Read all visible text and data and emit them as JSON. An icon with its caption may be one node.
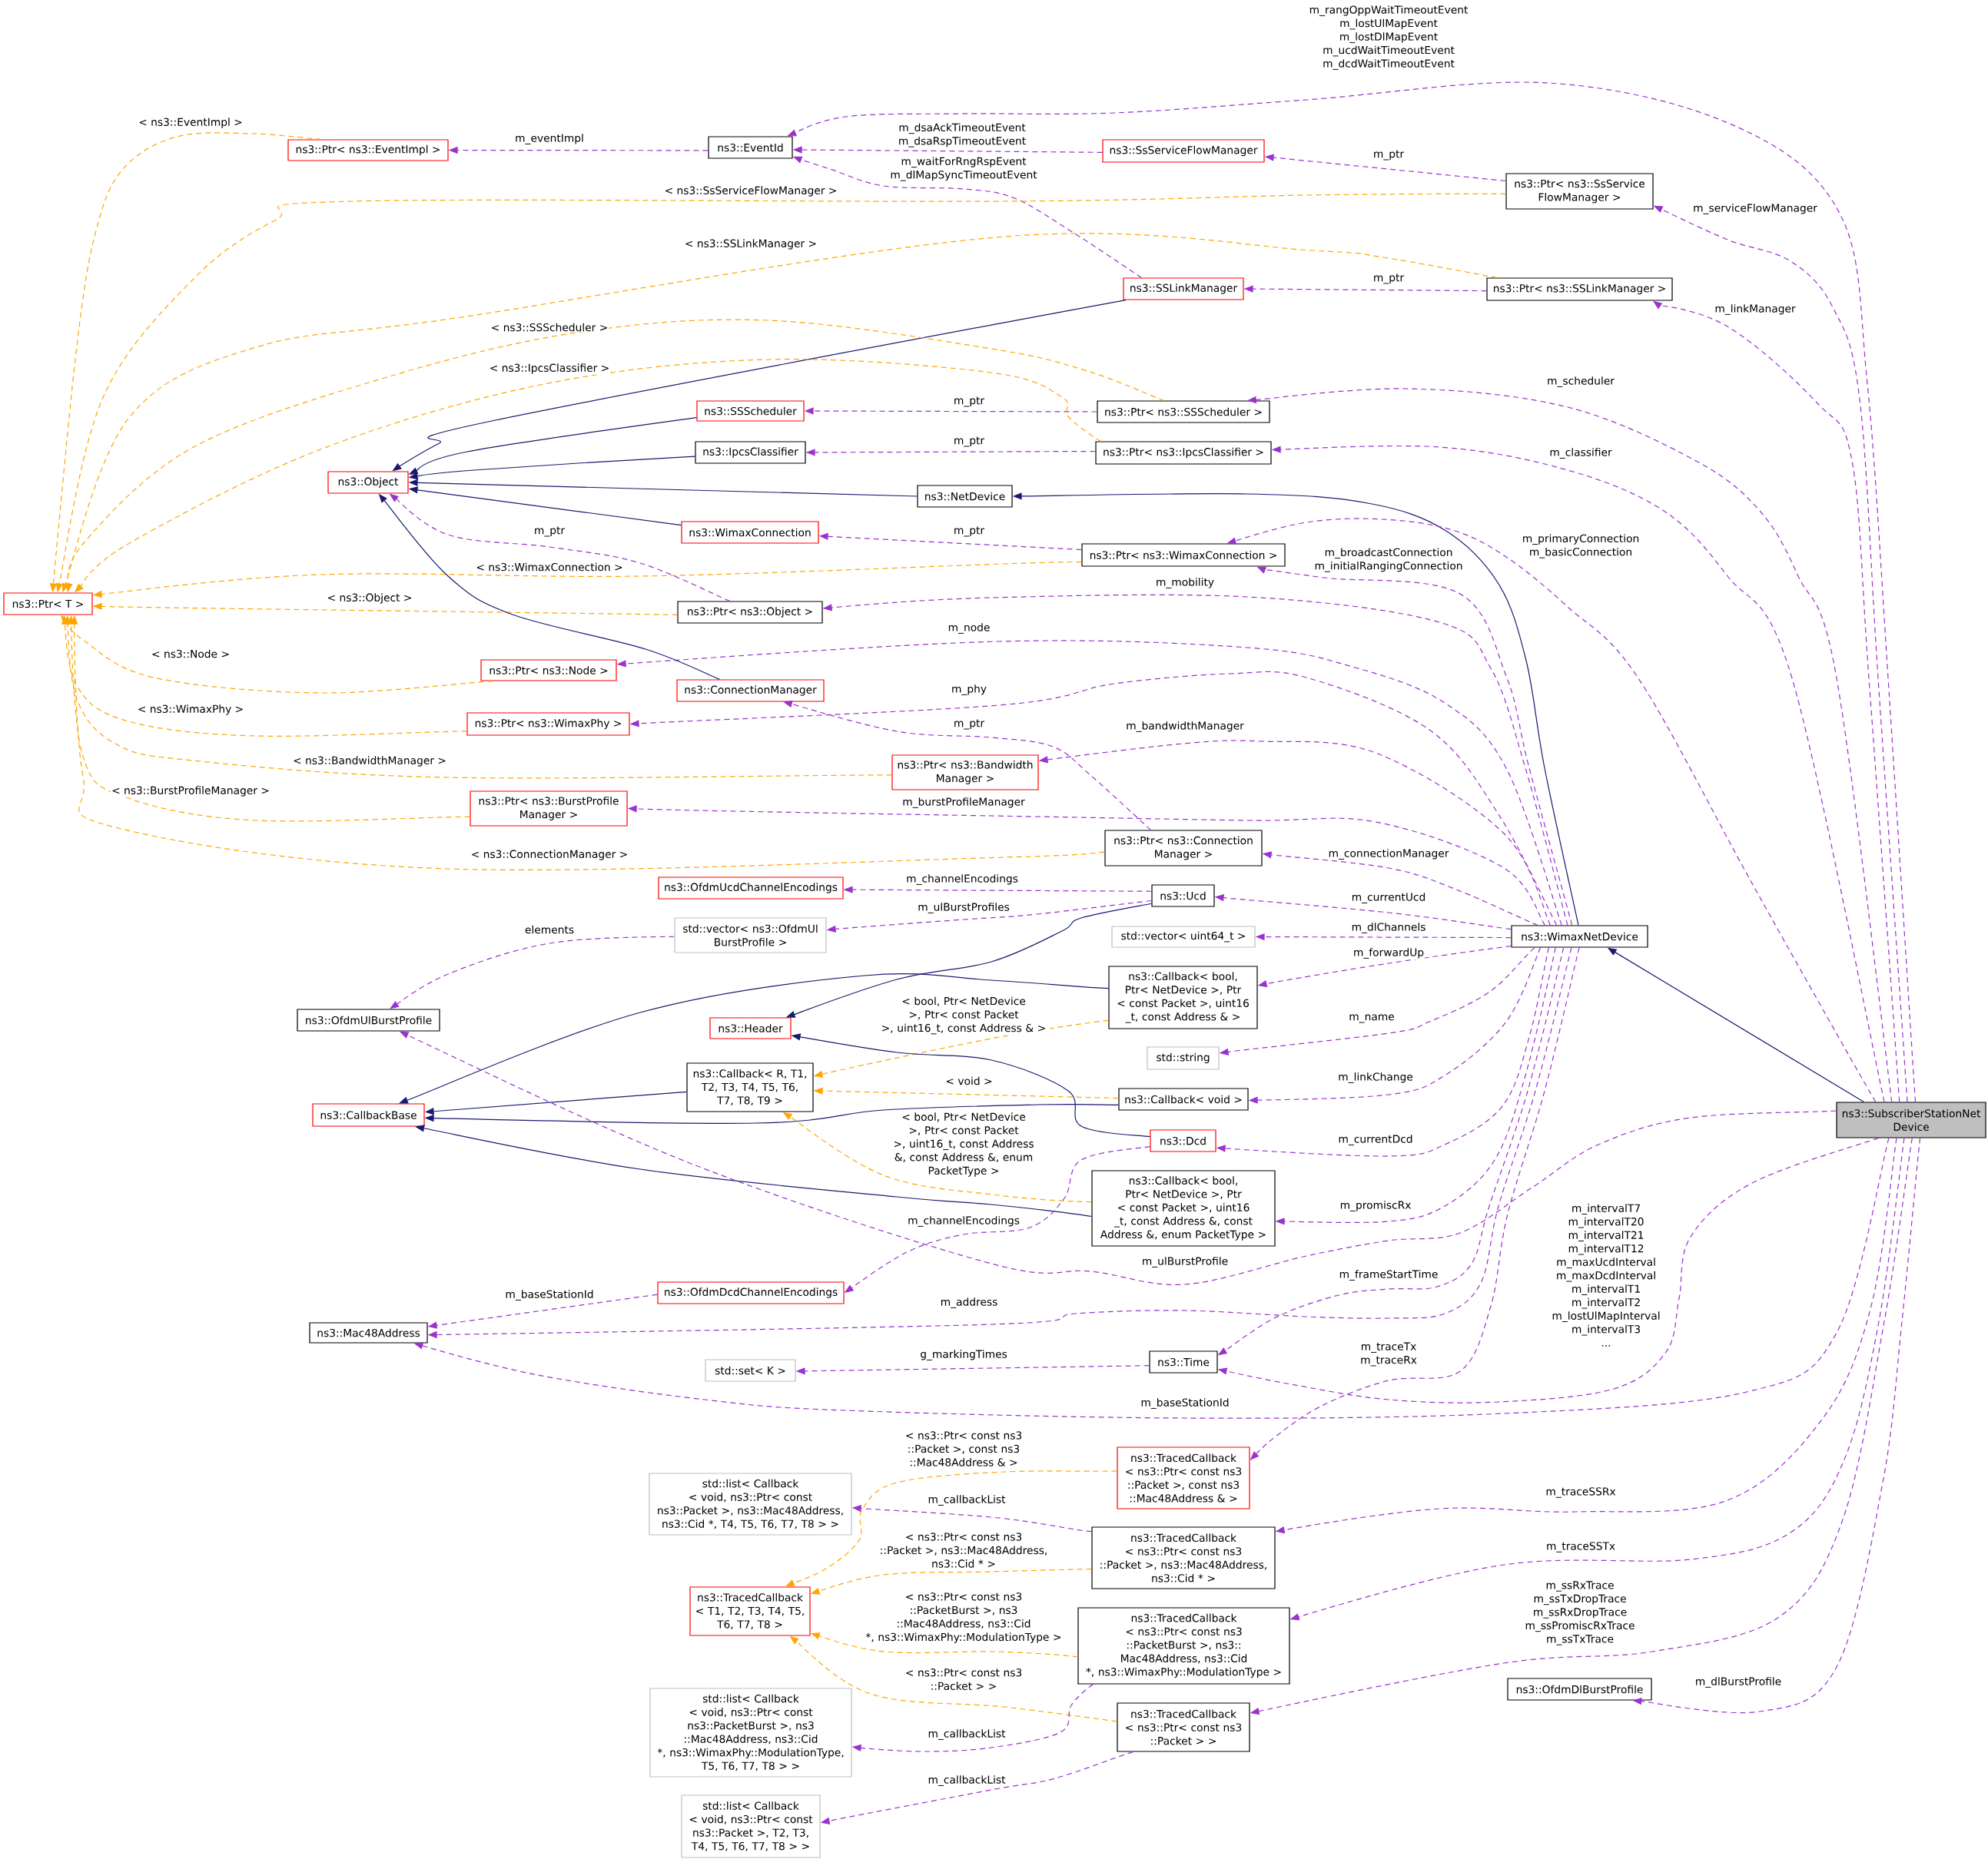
{
  "diagram": {
    "nodes": [
      {
        "text": [
          "ns3::Ptr< ns3::EventImpl >"
        ]
      },
      {
        "text": [
          "ns3::EventId"
        ]
      },
      {
        "text": [
          "ns3::SsServiceFlowManager"
        ]
      },
      {
        "text": [
          "ns3::Ptr< ns3::SsService FlowManager >"
        ]
      },
      {
        "text": [
          "ns3::SSLinkManager"
        ]
      },
      {
        "text": [
          "ns3::Ptr< ns3::SSLinkManager >"
        ]
      },
      {
        "text": [
          "ns3::SSScheduler"
        ]
      },
      {
        "text": [
          "ns3::Ptr< ns3::SSScheduler >"
        ]
      },
      {
        "text": [
          "ns3::IpcsClassifier"
        ]
      },
      {
        "text": [
          "ns3::Ptr< ns3::IpcsClassifier >"
        ]
      },
      {
        "text": [
          "ns3::Object"
        ]
      },
      {
        "text": [
          "ns3::NetDevice"
        ]
      },
      {
        "text": [
          "ns3::WimaxConnection"
        ]
      },
      {
        "text": [
          "ns3::Ptr< ns3::WimaxConnection >"
        ]
      },
      {
        "text": [
          "ns3::Ptr< T >"
        ]
      },
      {
        "text": [
          "ns3::Ptr< ns3::Object >"
        ]
      },
      {
        "text": [
          "ns3::Ptr< ns3::Node >"
        ]
      },
      {
        "text": [
          "ns3::ConnectionManager"
        ]
      },
      {
        "text": [
          "ns3::Ptr< ns3::WimaxPhy >"
        ]
      },
      {
        "text": [
          "ns3::Ptr< ns3::Bandwidth Manager >"
        ]
      },
      {
        "text": [
          "ns3::Ptr< ns3::BurstProfile Manager >"
        ]
      },
      {
        "text": [
          "ns3::Ptr< ns3::Connection Manager >"
        ]
      },
      {
        "text": [
          "ns3::OfdmUcdChannelEncodings"
        ]
      },
      {
        "text": [
          "ns3::Ucd"
        ]
      },
      {
        "text": [
          "std::vector< ns3::OfdmUl BurstProfile >"
        ]
      },
      {
        "text": [
          "std::vector< uint64_t >"
        ]
      },
      {
        "text": [
          "ns3::WimaxNetDevice"
        ]
      },
      {
        "text": [
          "ns3::OfdmUlBurstProfile"
        ]
      },
      {
        "text": [
          "ns3::Callback< bool, Ptr< NetDevice >, Ptr < const Packet >, uint16 _t, const Address & >"
        ]
      },
      {
        "text": [
          "ns3::Header"
        ]
      },
      {
        "text": [
          "ns3::Callback< R, T1, T2, T3, T4, T5, T6, T7, T8, T9 >"
        ]
      },
      {
        "text": [
          "std::string"
        ]
      },
      {
        "text": [
          "ns3::CallbackBase"
        ]
      },
      {
        "text": [
          "ns3::Callback< void >"
        ]
      },
      {
        "text": [
          "ns3::SubscriberStationNet Device"
        ]
      },
      {
        "text": [
          "ns3::Dcd"
        ]
      },
      {
        "text": [
          "ns3::Callback< bool, Ptr< NetDevice >, Ptr < const Packet >, uint16 _t, const Address &, const Address &, enum PacketType >"
        ]
      },
      {
        "text": [
          "ns3::OfdmDcdChannelEncodings"
        ]
      },
      {
        "text": [
          "ns3::Mac48Address"
        ]
      },
      {
        "text": [
          "ns3::Time"
        ]
      },
      {
        "text": [
          "std::set< K >"
        ]
      },
      {
        "text": [
          "ns3::TracedCallback < ns3::Ptr< const ns3 ::Packet >, const ns3 ::Mac48Address & >"
        ]
      },
      {
        "text": [
          "std::list< Callback < void, ns3::Ptr< const ns3::Packet >, ns3::Mac48Address, ns3::Cid *, T4, T5, T6, T7, T8 > >"
        ]
      },
      {
        "text": [
          "ns3::TracedCallback < ns3::Ptr< const ns3 ::Packet >, ns3::Mac48Address, ns3::Cid * >"
        ]
      },
      {
        "text": [
          "ns3::TracedCallback < T1, T2, T3, T4, T5, T6, T7, T8 >"
        ]
      },
      {
        "text": [
          "ns3::TracedCallback < ns3::Ptr< const ns3 ::PacketBurst >, ns3:: Mac48Address, ns3::Cid *, ns3::WimaxPhy::ModulationType >"
        ]
      },
      {
        "text": [
          "ns3::OfdmDlBurstProfile"
        ]
      },
      {
        "text": [
          "std::list< Callback < void, ns3::Ptr< const ns3::PacketBurst >, ns3 ::Mac48Address, ns3::Cid *, ns3::WimaxPhy::ModulationType, T5, T6, T7, T8 > >"
        ]
      },
      {
        "text": [
          "ns3::TracedCallback < ns3::Ptr< const ns3 ::Packet > >"
        ]
      },
      {
        "text": [
          "std::list< Callback < void, ns3::Ptr< const ns3::Packet >, T2, T3, T4, T5, T6, T7, T8 > >"
        ]
      }
    ],
    "edges": [
      {
        "from": 1,
        "to": 0,
        "arrow": "to",
        "style": "dashed",
        "label": "m_eventImpl"
      },
      {
        "from": 0,
        "to": 14,
        "arrow": "to",
        "style": "dashed",
        "color": "#ffa500",
        "label": "< ns3::EventImpl >"
      },
      {
        "from": 34,
        "to": 1,
        "arrow": "to",
        "style": "dashed",
        "label": "m_rangOppWaitTimeoutEvent m_lostUlMapEvent m_lostDlMapEvent m_ucdWaitTimeoutEvent m_dcdWaitTimeoutEvent"
      },
      {
        "from": 2,
        "to": 1,
        "arrow": "to",
        "style": "dashed",
        "label": "m_dsaAckTimeoutEvent m_dsaRspTimeoutEvent"
      },
      {
        "from": 4,
        "to": 1,
        "arrow": "to",
        "style": "dashed",
        "label": "m_waitForRngRspEvent m_dlMapSyncTimeoutEvent"
      },
      {
        "from": 3,
        "to": 2,
        "arrow": "to",
        "style": "dashed",
        "label": "m_ptr"
      },
      {
        "from": 3,
        "to": 14,
        "arrow": "to",
        "style": "dashed",
        "color": "#ffa500",
        "label": "< ns3::SsServiceFlowManager >"
      },
      {
        "from": 34,
        "to": 3,
        "arrow": "to",
        "style": "dashed",
        "label": "m_serviceFlowManager"
      },
      {
        "from": 5,
        "to": 4,
        "arrow": "to",
        "style": "dashed",
        "label": "m_ptr"
      },
      {
        "from": 5,
        "to": 14,
        "arrow": "to",
        "style": "dashed",
        "color": "#ffa500",
        "label": "< ns3::SSLinkManager >"
      },
      {
        "from": 34,
        "to": 5,
        "arrow": "to",
        "style": "dashed",
        "label": "m_linkManager"
      },
      {
        "from": 4,
        "to": 10,
        "arrow": "to",
        "color": "#191970"
      },
      {
        "from": 7,
        "to": 6,
        "arrow": "to",
        "style": "dashed",
        "label": "m_ptr"
      },
      {
        "from": 7,
        "to": 14,
        "arrow": "to",
        "style": "dashed",
        "color": "#ffa500",
        "label": "< ns3::SSScheduler >"
      },
      {
        "from": 34,
        "to": 7,
        "arrow": "to",
        "style": "dashed",
        "label": "m_scheduler"
      },
      {
        "from": 6,
        "to": 10,
        "arrow": "to",
        "color": "#191970"
      },
      {
        "from": 9,
        "to": 8,
        "arrow": "to",
        "style": "dashed",
        "label": "m_ptr"
      },
      {
        "from": 9,
        "to": 14,
        "arrow": "to",
        "style": "dashed",
        "color": "#ffa500",
        "label": "< ns3::IpcsClassifier >"
      },
      {
        "from": 34,
        "to": 9,
        "arrow": "to",
        "style": "dashed",
        "label": "m_classifier"
      },
      {
        "from": 8,
        "to": 10,
        "arrow": "to",
        "color": "#191970"
      },
      {
        "from": 11,
        "to": 10,
        "arrow": "to",
        "color": "#191970"
      },
      {
        "from": 26,
        "to": 11,
        "arrow": "to",
        "color": "#191970"
      },
      {
        "from": 13,
        "to": 12,
        "arrow": "to",
        "style": "dashed",
        "label": "m_ptr"
      },
      {
        "from": 12,
        "to": 10,
        "arrow": "to",
        "color": "#191970"
      },
      {
        "from": 13,
        "to": 14,
        "arrow": "to",
        "style": "dashed",
        "color": "#ffa500",
        "label": "< ns3::WimaxConnection >"
      },
      {
        "from": 34,
        "to": 13,
        "arrow": "to",
        "style": "dashed",
        "label": "m_primaryConnection m_basicConnection"
      },
      {
        "from": 26,
        "to": 13,
        "arrow": "to",
        "style": "dashed",
        "label": "m_broadcastConnection m_initialRangingConnection"
      },
      {
        "from": 15,
        "to": 10,
        "arrow": "to",
        "style": "dashed",
        "label": "m_ptr"
      },
      {
        "from": 15,
        "to": 14,
        "arrow": "to",
        "style": "dashed",
        "color": "#ffa500",
        "label": "< ns3::Object >"
      },
      {
        "from": 26,
        "to": 15,
        "arrow": "to",
        "style": "dashed",
        "label": "m_mobility"
      },
      {
        "from": 16,
        "to": 14,
        "arrow": "to",
        "style": "dashed",
        "color": "#ffa500",
        "label": "< ns3::Node >"
      },
      {
        "from": 26,
        "to": 16,
        "arrow": "to",
        "style": "dashed",
        "label": "m_node"
      },
      {
        "from": 17,
        "to": 10,
        "arrow": "to",
        "color": "#191970"
      },
      {
        "from": 21,
        "to": 17,
        "arrow": "to",
        "style": "dashed",
        "label": "m_ptr"
      },
      {
        "from": 18,
        "to": 14,
        "arrow": "to",
        "style": "dashed",
        "color": "#ffa500",
        "label": "< ns3::WimaxPhy >"
      },
      {
        "from": 26,
        "to": 18,
        "arrow": "to",
        "style": "dashed",
        "label": "m_phy"
      },
      {
        "from": 19,
        "to": 14,
        "arrow": "to",
        "style": "dashed",
        "color": "#ffa500",
        "label": "< ns3::BandwidthManager >"
      },
      {
        "from": 26,
        "to": 19,
        "arrow": "to",
        "style": "dashed",
        "label": "m_bandwidthManager"
      },
      {
        "from": 20,
        "to": 14,
        "arrow": "to",
        "style": "dashed",
        "color": "#ffa500",
        "label": "< ns3::BurstProfileManager >"
      },
      {
        "from": 26,
        "to": 20,
        "arrow": "to",
        "style": "dashed",
        "label": "m_burstProfileManager"
      },
      {
        "from": 21,
        "to": 14,
        "arrow": "to",
        "style": "dashed",
        "color": "#ffa500",
        "label": "< ns3::ConnectionManager >"
      },
      {
        "from": 26,
        "to": 21,
        "arrow": "to",
        "style": "dashed",
        "label": "m_connectionManager"
      },
      {
        "from": 23,
        "to": 22,
        "arrow": "to",
        "style": "dashed",
        "label": "m_channelEncodings"
      },
      {
        "from": 26,
        "to": 23,
        "arrow": "to",
        "style": "dashed",
        "label": "m_currentUcd"
      },
      {
        "from": 23,
        "to": 24,
        "arrow": "to",
        "style": "dashed",
        "label": "m_ulBurstProfiles"
      },
      {
        "from": 24,
        "to": 27,
        "arrow": "to",
        "style": "dashed",
        "label": "elements"
      },
      {
        "from": 26,
        "to": 25,
        "arrow": "to",
        "style": "dashed",
        "label": "m_dlChannels"
      },
      {
        "from": 34,
        "to": 26,
        "arrow": "to",
        "color": "#191970"
      },
      {
        "from": 26,
        "to": 28,
        "arrow": "to",
        "style": "dashed",
        "label": "m_forwardUp"
      },
      {
        "from": 23,
        "to": 29,
        "arrow": "to",
        "color": "#191970"
      },
      {
        "from": 28,
        "to": 30,
        "arrow": "to",
        "style": "dashed",
        "color": "#ffa500",
        "label": "< bool, Ptr< NetDevice >, Ptr< const Packet >, uint16_t, const Address & >"
      },
      {
        "from": 28,
        "to": 32,
        "arrow": "to",
        "color": "#191970"
      },
      {
        "from": 26,
        "to": 31,
        "arrow": "to",
        "style": "dashed",
        "label": "m_name"
      },
      {
        "from": 30,
        "to": 32,
        "arrow": "to",
        "color": "#191970"
      },
      {
        "from": 33,
        "to": 30,
        "arrow": "to",
        "style": "dashed",
        "color": "#ffa500",
        "label": "< void >"
      },
      {
        "from": 33,
        "to": 32,
        "arrow": "to",
        "color": "#191970"
      },
      {
        "from": 26,
        "to": 33,
        "arrow": "to",
        "style": "dashed",
        "label": "m_linkChange"
      },
      {
        "from": 35,
        "to": 29,
        "arrow": "to",
        "color": "#191970"
      },
      {
        "from": 26,
        "to": 35,
        "arrow": "to",
        "style": "dashed",
        "label": "m_currentDcd"
      },
      {
        "from": 36,
        "to": 30,
        "arrow": "to",
        "style": "dashed",
        "color": "#ffa500",
        "label": "< bool, Ptr< NetDevice >, Ptr< const Packet >, uint16_t, const Address &, const Address &, enum PacketType >"
      },
      {
        "from": 36,
        "to": 32,
        "arrow": "to",
        "color": "#191970"
      },
      {
        "from": 26,
        "to": 36,
        "arrow": "to",
        "style": "dashed",
        "label": "m_promiscRx"
      },
      {
        "from": 35,
        "to": 37,
        "arrow": "to",
        "style": "dashed",
        "label": "m_channelEncodings"
      },
      {
        "from": 34,
        "to": 27,
        "arrow": "to",
        "style": "dashed",
        "label": "m_ulBurstProfile"
      },
      {
        "from": 37,
        "to": 38,
        "arrow": "to",
        "style": "dashed",
        "label": "m_baseStationId"
      },
      {
        "from": 26,
        "to": 38,
        "arrow": "to",
        "style": "dashed",
        "label": "m_address"
      },
      {
        "from": 26,
        "to": 39,
        "arrow": "to",
        "style": "dashed",
        "label": "m_frameStartTime"
      },
      {
        "from": 34,
        "to": 39,
        "arrow": "to",
        "style": "dashed",
        "label": "m_intervalT7 m_intervalT20 m_intervalT21 m_intervalT12 m_maxUcdInterval m_maxDcdInterval m_intervalT1 m_intervalT2 m_lostUlMapInterval m_intervalT3 ..."
      },
      {
        "from": 39,
        "to": 40,
        "arrow": "to",
        "style": "dashed",
        "label": "g_markingTimes"
      },
      {
        "from": 34,
        "to": 38,
        "arrow": "to",
        "style": "dashed",
        "label": "m_baseStationId"
      },
      {
        "from": 26,
        "to": 41,
        "arrow": "to",
        "style": "dashed",
        "label": "m_traceTx m_traceRx"
      },
      {
        "from": 41,
        "to": 44,
        "arrow": "to",
        "style": "dashed",
        "color": "#ffa500",
        "label": "< ns3::Ptr< const ns3 ::Packet >, const ns3 ::Mac48Address & >"
      },
      {
        "from": 43,
        "to": 42,
        "arrow": "to",
        "style": "dashed",
        "label": "m_callbackList"
      },
      {
        "from": 34,
        "to": 43,
        "arrow": "to",
        "style": "dashed",
        "label": "m_traceSSRx"
      },
      {
        "from": 43,
        "to": 44,
        "arrow": "to",
        "style": "dashed",
        "color": "#ffa500",
        "label": "< ns3::Ptr< const ns3 ::Packet >, ns3::Mac48Address, ns3::Cid * >"
      },
      {
        "from": 45,
        "to": 44,
        "arrow": "to",
        "style": "dashed",
        "color": "#ffa500",
        "label": "< ns3::Ptr< const ns3 ::PacketBurst >, ns3 ::Mac48Address, ns3::Cid *, ns3::WimaxPhy::ModulationType >"
      },
      {
        "from": 34,
        "to": 45,
        "arrow": "to",
        "style": "dashed",
        "label": "m_traceSSTx"
      },
      {
        "from": 48,
        "to": 44,
        "arrow": "to",
        "style": "dashed",
        "color": "#ffa500",
        "label": "< ns3::Ptr< const ns3 ::Packet > >"
      },
      {
        "from": 34,
        "to": 48,
        "arrow": "to",
        "style": "dashed",
        "label": "m_ssRxTrace m_ssTxDropTrace m_ssRxDropTrace m_ssPromiscRxTrace m_ssTxTrace"
      },
      {
        "from": 34,
        "to": 46,
        "arrow": "to",
        "style": "dashed",
        "label": "m_dlBurstProfile"
      },
      {
        "from": 45,
        "to": 47,
        "arrow": "to",
        "style": "dashed",
        "label": "m_callbackList"
      },
      {
        "from": 48,
        "to": 49,
        "arrow": "to",
        "style": "dashed",
        "label": "m_callbackList"
      }
    ]
  }
}
